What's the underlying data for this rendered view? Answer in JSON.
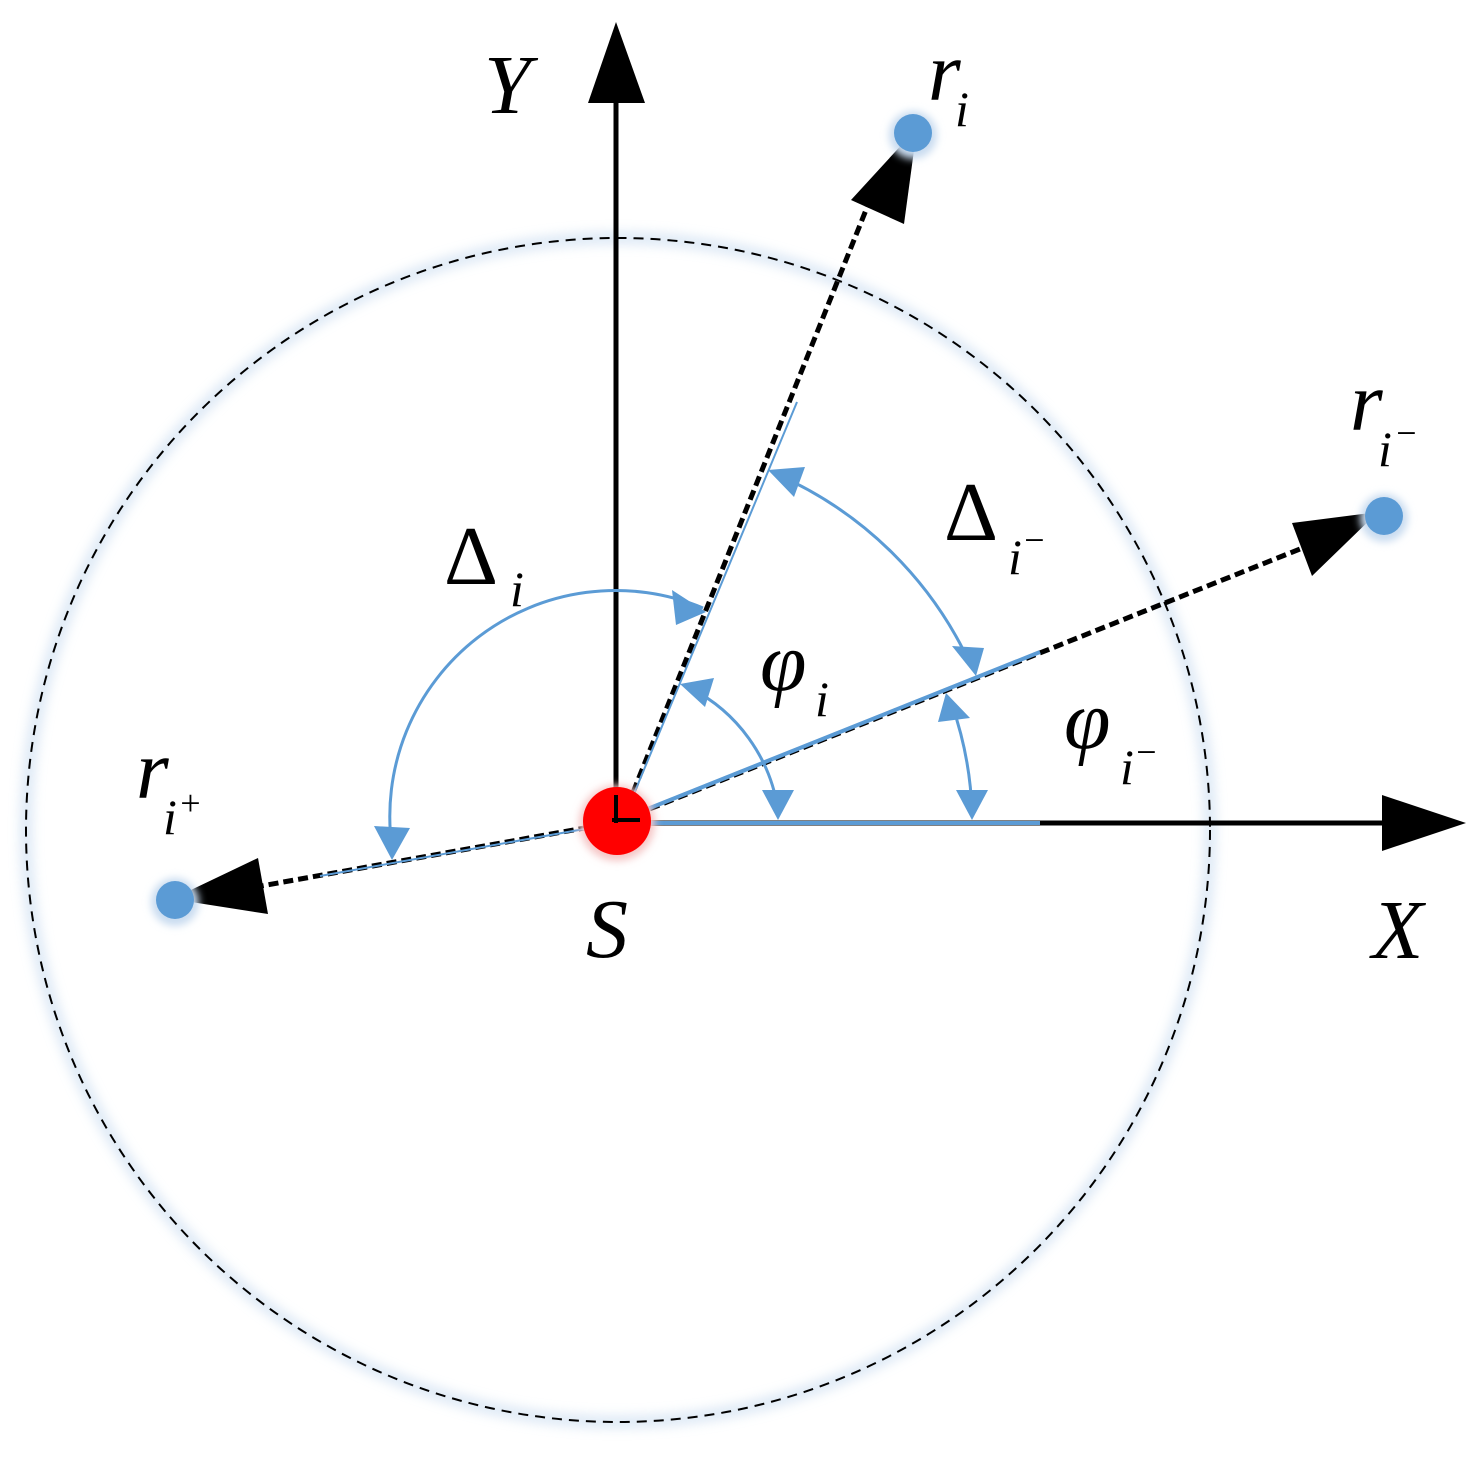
{
  "labels": {
    "y_axis": "Y",
    "x_axis": "X",
    "origin": "S",
    "r_i": {
      "base": "r",
      "sub": "i"
    },
    "r_i_minus": {
      "base": "r",
      "sub": "i",
      "sup": "−"
    },
    "r_i_plus": {
      "base": "r",
      "sub": "i",
      "sup": "+"
    },
    "delta_i": {
      "base": "Δ",
      "sub": "i"
    },
    "delta_i_minus": {
      "base": "Δ",
      "sub": "i",
      "sup": "−"
    },
    "phi_i": {
      "base": "φ",
      "sub": "i"
    },
    "phi_i_minus": {
      "base": "φ",
      "sub": "i",
      "sup": "−"
    }
  },
  "colors": {
    "axis": "#000000",
    "arc": "#5b9bd5",
    "node": "#5b9bd5",
    "origin": "#ff0000",
    "circle": "#000000"
  }
}
